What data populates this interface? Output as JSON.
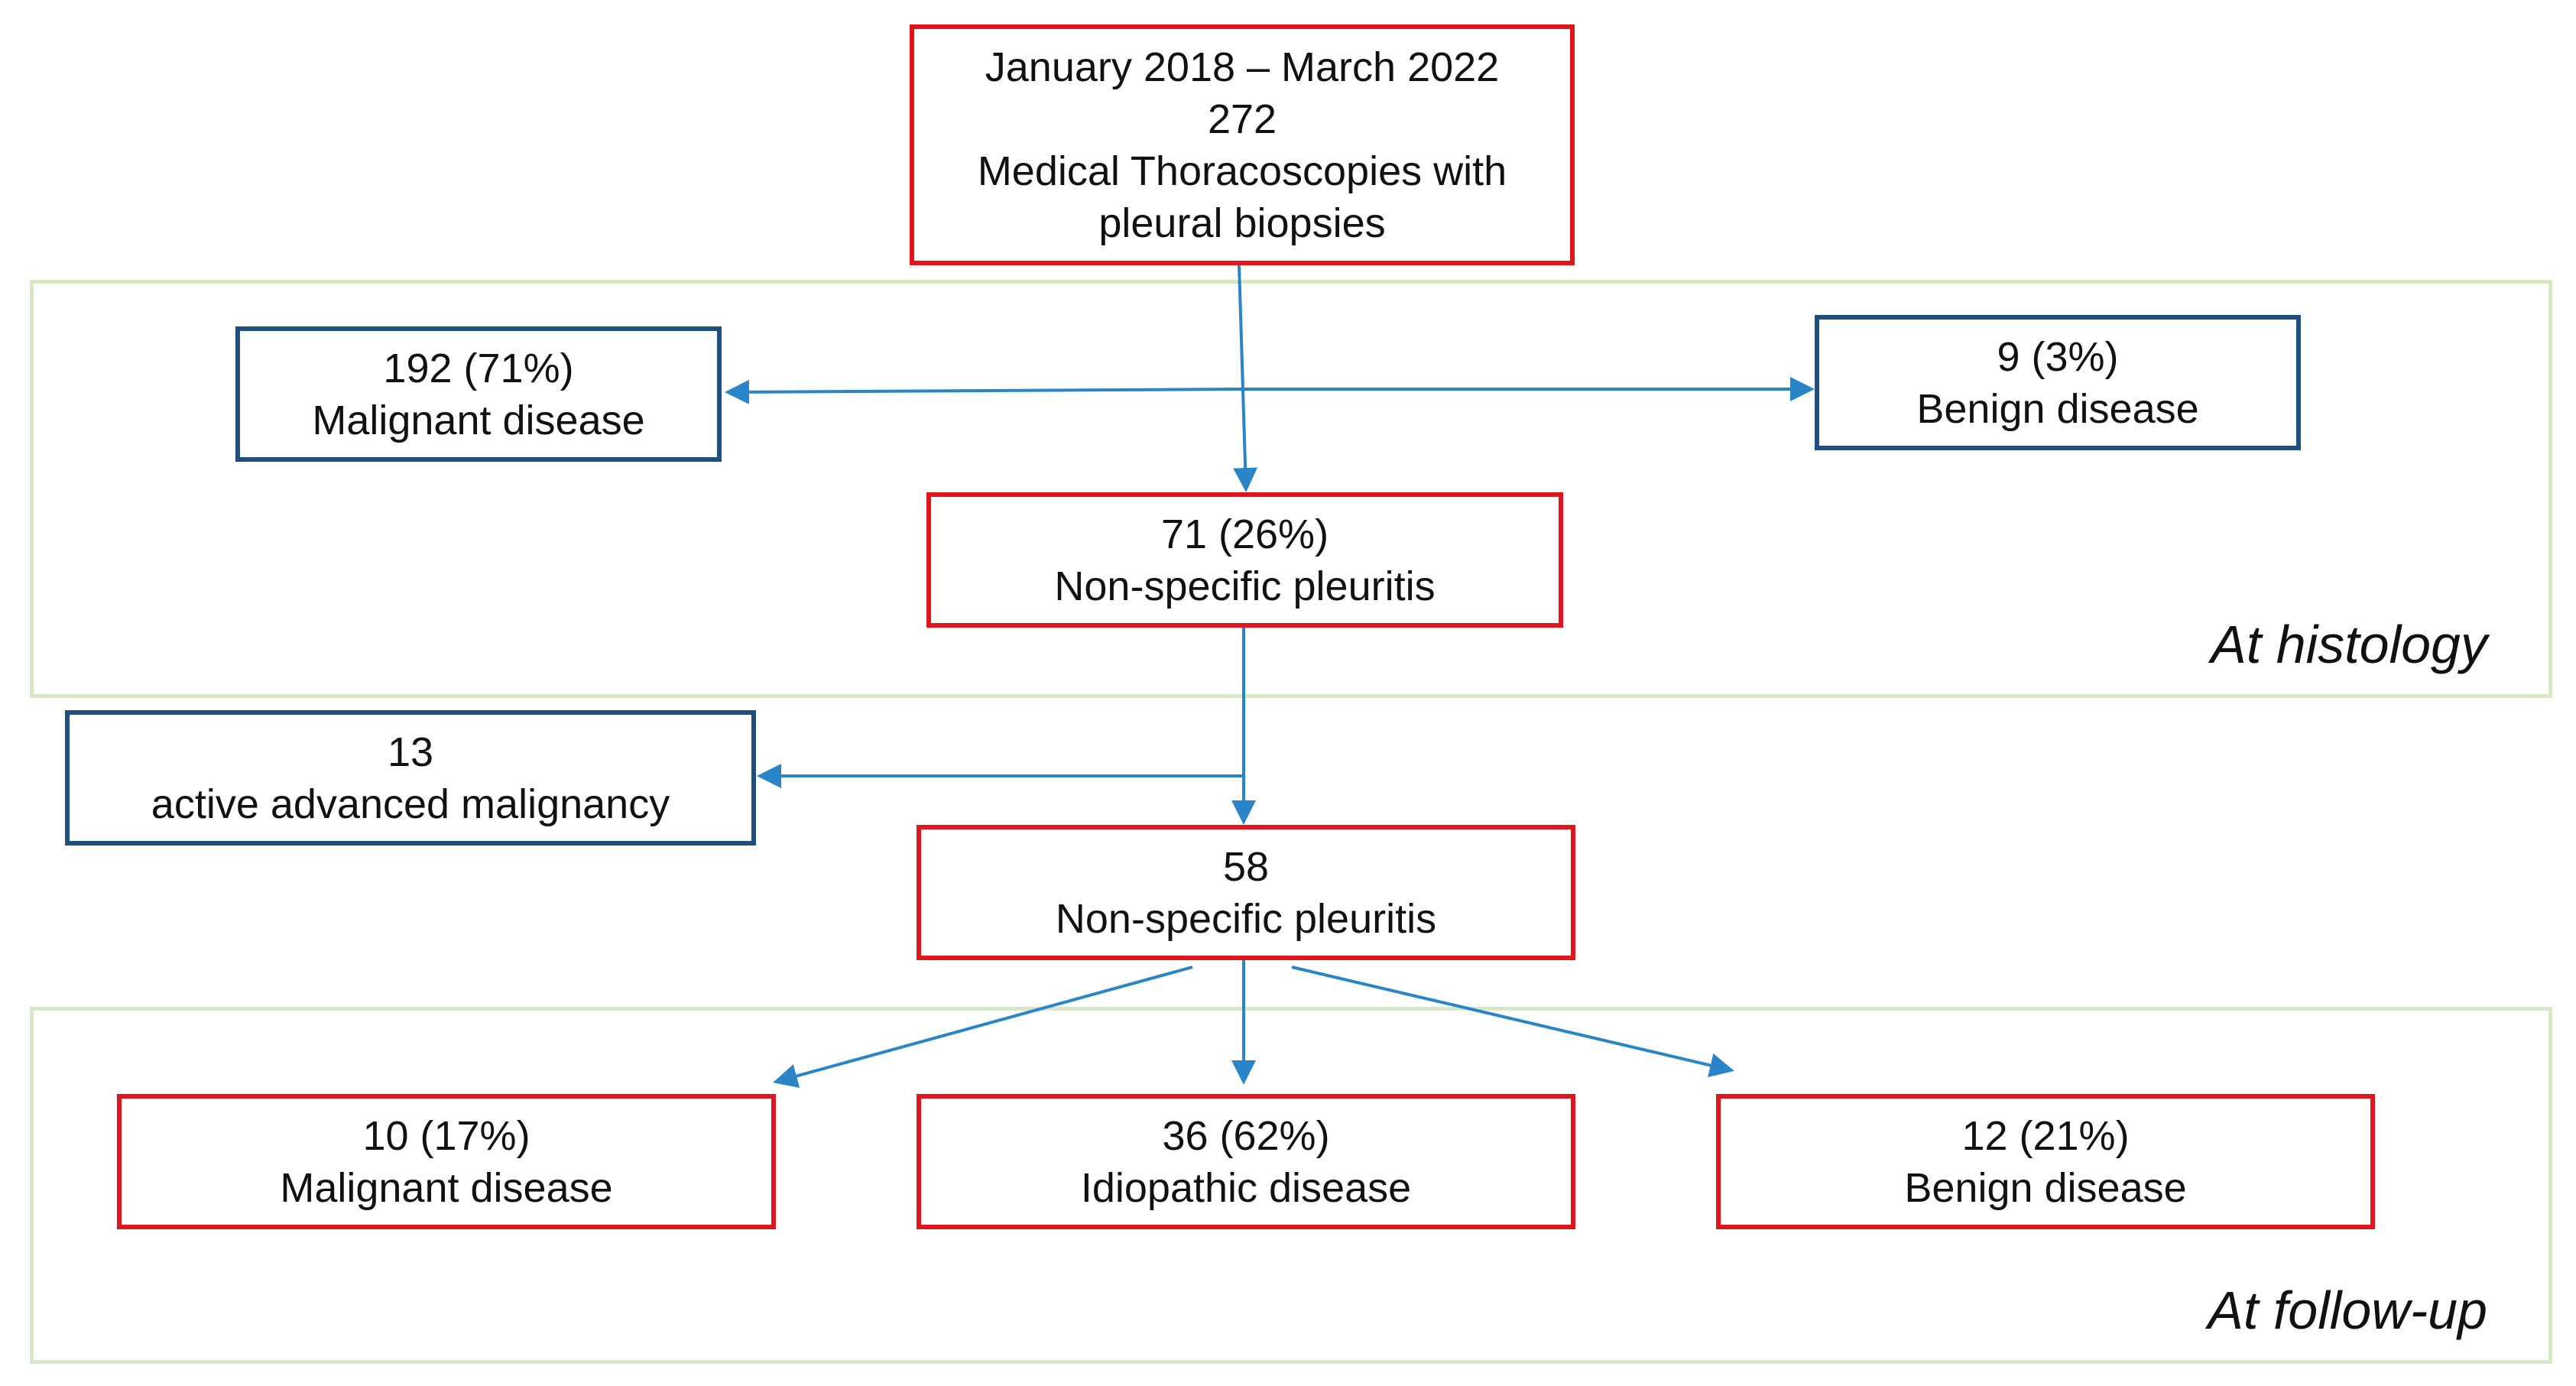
{
  "colors": {
    "red_border": "#e0161c",
    "blue_border": "#1f4f7f",
    "arrow": "#2a84c8",
    "group_border": "#d7e8c6"
  },
  "nodes": {
    "root": {
      "line1": "January 2018 – March 2022",
      "line2": "272",
      "line3": "Medical Thoracoscopies with",
      "line4": "pleural biopsies"
    },
    "malignant_histology": {
      "line1": "192 (71%)",
      "line2": "Malignant disease"
    },
    "benign_histology": {
      "line1": "9 (3%)",
      "line2": "Benign disease"
    },
    "nonspecific_1": {
      "line1": "71 (26%)",
      "line2": "Non-specific pleuritis"
    },
    "advanced_malignancy": {
      "line1": "13",
      "line2": "active advanced malignancy"
    },
    "nonspecific_2": {
      "line1": "58",
      "line2": "Non-specific pleuritis"
    },
    "malignant_followup": {
      "line1": "10 (17%)",
      "line2": "Malignant disease"
    },
    "idiopathic_followup": {
      "line1": "36 (62%)",
      "line2": "Idiopathic disease"
    },
    "benign_followup": {
      "line1": "12 (21%)",
      "line2": "Benign disease"
    }
  },
  "groups": {
    "histology": "At histology",
    "followup": "At follow-up"
  }
}
